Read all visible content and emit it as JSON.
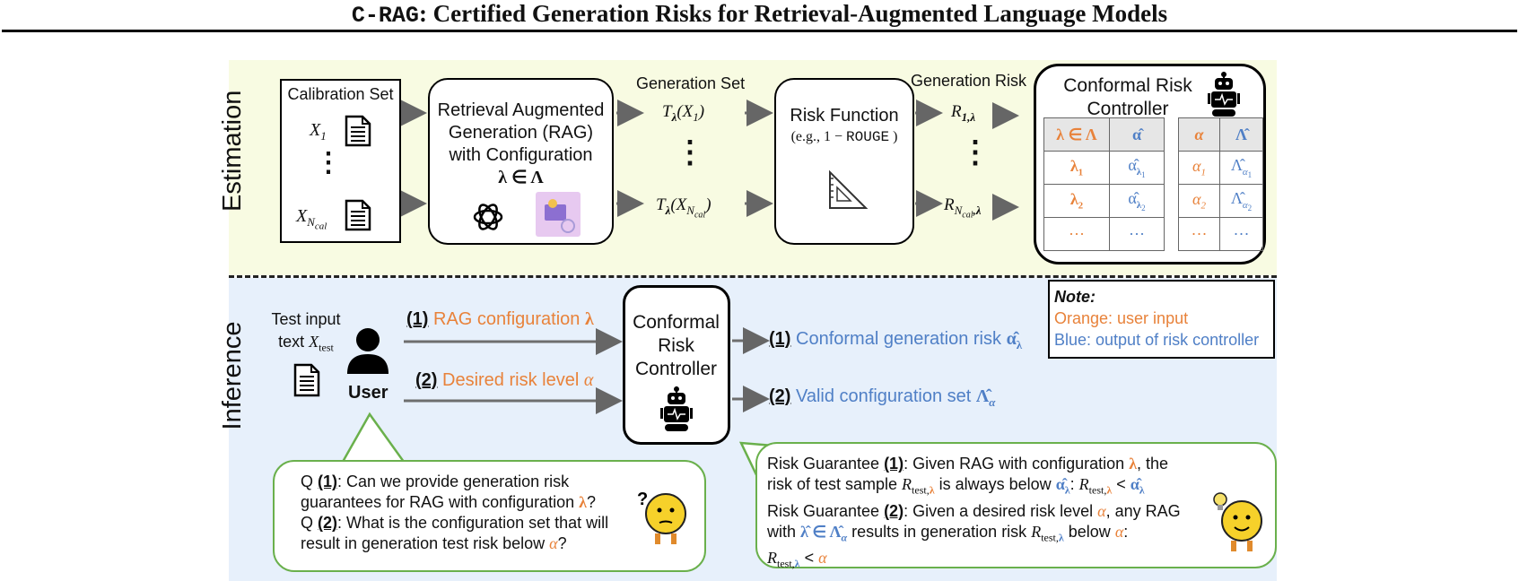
{
  "title": {
    "code": "C-RAG",
    "rest": ": Certified Generation Risks for Retrieval-Augmented Language Models"
  },
  "estimation": {
    "label": "Estimation",
    "calibration_set": "Calibration Set",
    "x1": "X",
    "x1_sub": "1",
    "xn": "X",
    "xn_sub": "N",
    "xn_subsub": "cal",
    "dots": "⋮",
    "rag_box": {
      "line1": "Retrieval Augmented",
      "line2": "Generation (RAG)",
      "line3": "with Configuration",
      "line4": "λ ∈ Λ"
    },
    "generation_set": "Generation Set",
    "t1": "T",
    "t1_sub": "λ",
    "t1_arg": "(X",
    "t1_arg_sub": "1",
    "t1_close": ")",
    "tn": "T",
    "tn_sub": "λ",
    "tn_arg": "(X",
    "tn_arg_sub": "N",
    "tn_arg_subsub": "cal",
    "tn_close": ")",
    "risk_fn": {
      "line1": "Risk Function",
      "line2a": "(e.g., 1 − ",
      "line2b": "ROUGE",
      "line2c": " )"
    },
    "generation_risk": "Generation Risk",
    "r1": "R",
    "r1_sub": "1,λ",
    "rn": "R",
    "rn_sub": "N",
    "rn_subsub": "cal",
    "rn_sub2": ",λ",
    "controller": {
      "line1": "Conformal Risk",
      "line2": "Controller"
    },
    "table1": {
      "headers": [
        "λ ∈ Λ",
        "α̂"
      ],
      "rows": [
        [
          "λ",
          "1",
          "α̂",
          "λ",
          "1"
        ],
        [
          "λ",
          "2",
          "α̂",
          "λ",
          "2"
        ],
        [
          "···",
          "",
          "···",
          "",
          ""
        ]
      ]
    },
    "table2": {
      "headers": [
        "α",
        "Λ̂"
      ],
      "rows": [
        [
          "α",
          "1",
          "Λ̂",
          "α",
          "1"
        ],
        [
          "α",
          "2",
          "Λ̂",
          "α",
          "2"
        ],
        [
          "···",
          "",
          "···",
          "",
          ""
        ]
      ]
    }
  },
  "inference": {
    "label": "Inference",
    "test_input_line1": "Test input",
    "test_input_line2": "text ",
    "x_test": "X",
    "x_test_sub": "test",
    "user": "User",
    "arrow1_num": "(1)",
    "arrow1_text": " RAG configuration ",
    "arrow1_sym": "λ",
    "arrow2_num": "(2)",
    "arrow2_text": " Desired risk level ",
    "arrow2_sym": "α",
    "controller": {
      "line1": "Conformal",
      "line2": "Risk",
      "line3": "Controller"
    },
    "out1_num": "(1)",
    "out1_text": " Conformal generation risk ",
    "out1_sym": "α̂",
    "out1_sub": "λ",
    "out2_num": "(2)",
    "out2_text": " Valid configuration set ",
    "out2_sym": "Λ̂",
    "out2_sub": "α",
    "note": {
      "title": "Note:",
      "orange": "Orange: user input",
      "blue": "Blue: output of risk controller"
    },
    "question_bubble": {
      "q1_prefix": "Q ",
      "q1_num": "(1)",
      "q1_text": ": Can we provide generation risk",
      "q1_line2": "guarantees for RAG with configuration ",
      "q1_sym": "λ",
      "q1_end": "?",
      "q2_prefix": "Q ",
      "q2_num": "(2)",
      "q2_text": ": What is the configuration set that will",
      "q2_line2": "result in generation test risk below ",
      "q2_sym": "α",
      "q2_end": "?"
    },
    "guarantee_bubble": {
      "g1_prefix": "Risk Guarantee ",
      "g1_num": "(1)",
      "g1_text": ": Given RAG with configuration ",
      "g1_sym": "λ",
      "g1_end": ", the",
      "g1_line2a": "risk of test sample ",
      "g1_line2_r": "R",
      "g1_line2_rsub": "test,",
      "g1_line2_rsubsym": "λ",
      "g1_line2b": " is always below ",
      "g1_line2_a": "α̂",
      "g1_line2_asub": "λ",
      "g1_line2c": ": ",
      "g1_line2_ineq": " < ",
      "g2_prefix": "Risk Guarantee ",
      "g2_num": "(2)",
      "g2_text": ": Given a desired risk level ",
      "g2_sym": "α",
      "g2_end": ", any RAG",
      "g2_line2a": "with ",
      "g2_line2_lhat": "λ̂ ∈ Λ̂",
      "g2_line2_lhatsub": "α",
      "g2_line2b": " results in generation risk ",
      "g2_line2c": " below ",
      "g2_line2_end": ":",
      "g2_line3_ineq": " < "
    }
  },
  "colors": {
    "orange": "#e8823a",
    "blue": "#4f7fc6",
    "estimation_bg": "#f8fbe2",
    "inference_bg": "#e7f0fb",
    "bubble_border": "#6ab04c"
  }
}
